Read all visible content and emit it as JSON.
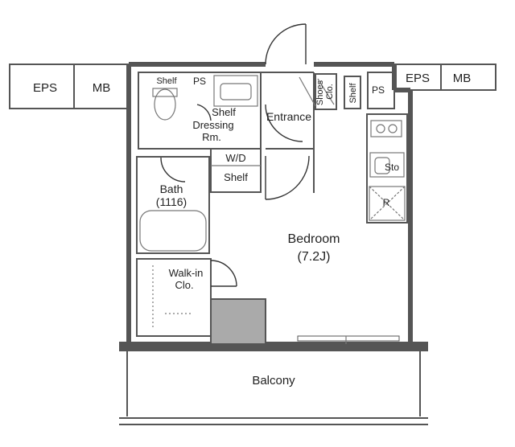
{
  "floorplan": {
    "rooms": {
      "eps_left": "EPS",
      "mb_left": "MB",
      "eps_right": "EPS",
      "mb_right": "MB",
      "shelf_top": "Shelf",
      "ps_left": "PS",
      "ps_right": "PS",
      "shelf_dressing": "Shelf",
      "dressing": "Dressing",
      "dressing_rm": "Rm.",
      "entrance": "Entrance",
      "shoes_clo_1": "Shoes",
      "shoes_clo_2": "Clo.",
      "shelf_entrance": "Shelf",
      "wd": "W/D",
      "shelf_wd": "Shelf",
      "bath": "Bath",
      "bath_size": "(1116)",
      "walkin_1": "Walk-in",
      "walkin_2": "Clo.",
      "bedroom": "Bedroom",
      "bedroom_size": "(7.2J)",
      "balcony": "Balcony",
      "sto": "Sto",
      "refrigerator": "R"
    },
    "colors": {
      "wall": "#555555",
      "column_fill": "#aaaaaa",
      "fixture_stroke": "#777777"
    }
  }
}
